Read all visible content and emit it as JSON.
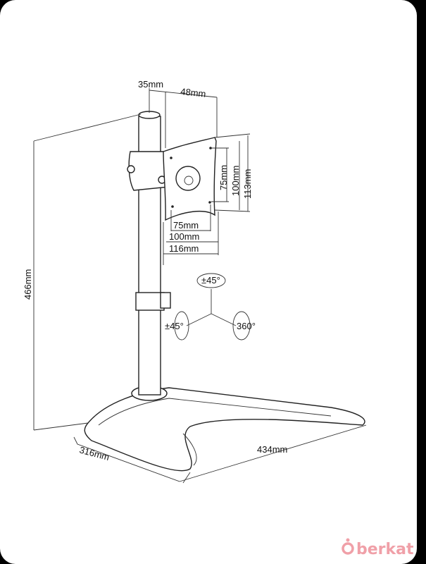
{
  "diagram": {
    "title_dims": {
      "pole_offset": "35mm",
      "plate_offset": "48mm",
      "vesa_v_small": "75mm",
      "vesa_v_large": "100mm",
      "plate_height": "113mm",
      "vesa_h_small": "75mm",
      "vesa_h_large": "100mm",
      "plate_width": "116mm",
      "total_height": "466mm",
      "base_depth": "316mm",
      "base_width": "434mm"
    },
    "rotation": {
      "tilt": "±45°",
      "swivel": "±45°",
      "rotate": "360°"
    }
  },
  "watermark": {
    "text": "berkat",
    "color": "#f0a0a8"
  }
}
